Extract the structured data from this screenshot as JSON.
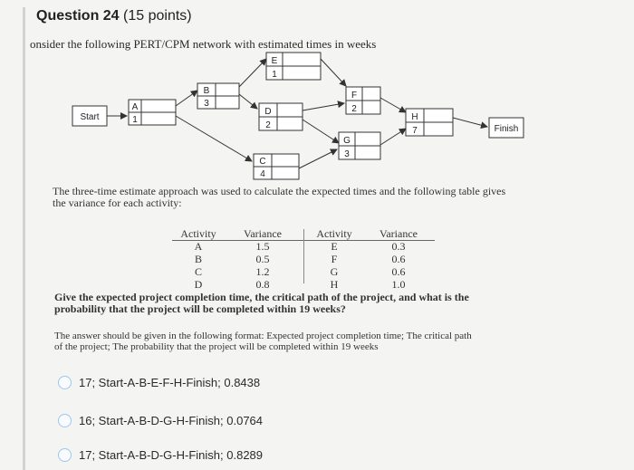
{
  "question": {
    "title": "Question 24",
    "points": "(15 points)",
    "prompt": "onsider the following PERT/CPM network with estimated times in weeks"
  },
  "network": {
    "start_label": "Start",
    "finish_label": "Finish",
    "activities": [
      {
        "name": "A",
        "time": "1"
      },
      {
        "name": "B",
        "time": "3"
      },
      {
        "name": "C",
        "time": "4"
      },
      {
        "name": "D",
        "time": "2"
      },
      {
        "name": "E",
        "time": "1"
      },
      {
        "name": "F",
        "time": "2"
      },
      {
        "name": "G",
        "time": "3"
      },
      {
        "name": "H",
        "time": "7"
      }
    ]
  },
  "paragraph1": [
    "The three-time estimate approach was used to calculate the expected times and the following table gives",
    "the variance for each activity:"
  ],
  "variance_table": {
    "headers": [
      "Activity",
      "Variance",
      "Activity",
      "Variance"
    ],
    "left": [
      {
        "activity": "A",
        "variance": "1.5"
      },
      {
        "activity": "B",
        "variance": "0.5"
      },
      {
        "activity": "C",
        "variance": "1.2"
      },
      {
        "activity": "D",
        "variance": "0.8"
      }
    ],
    "right": [
      {
        "activity": "E",
        "variance": "0.3"
      },
      {
        "activity": "F",
        "variance": "0.6"
      },
      {
        "activity": "G",
        "variance": "0.6"
      },
      {
        "activity": "H",
        "variance": "1.0"
      }
    ]
  },
  "question_text": [
    "Give the expected project completion time, the critical path of the project, and what is the",
    "probability that the project will be completed within 19 weeks?"
  ],
  "format_text": [
    "The answer should be given in the following format: Expected project completion time; The critical path",
    "of the project; The probability that the project will be completed within 19 weeks"
  ],
  "options": [
    {
      "label": "17; Start-A-B-E-F-H-Finish; 0.8438"
    },
    {
      "label": "16; Start-A-B-D-G-H-Finish; 0.0764"
    },
    {
      "label": "17; Start-A-B-D-G-H-Finish; 0.8289"
    }
  ]
}
